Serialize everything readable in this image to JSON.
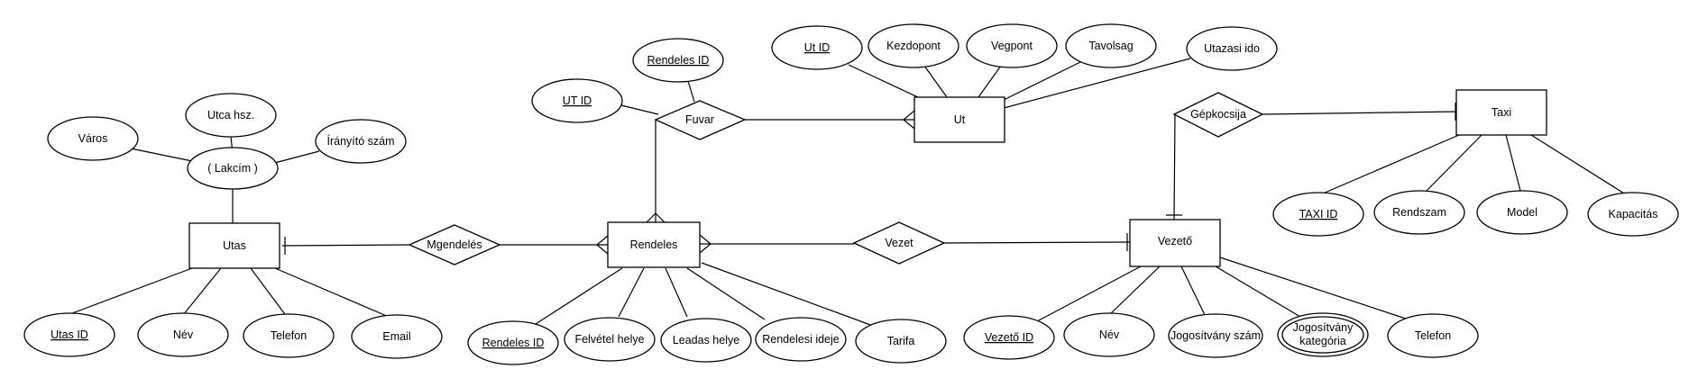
{
  "entities": {
    "utas": "Utas",
    "rendeles": "Rendeles",
    "ut": "Ut",
    "vezeto": "Vezető",
    "taxi": "Taxi"
  },
  "relationships": {
    "megrendeles": "Mgendelés",
    "fuvar": "Fuvar",
    "vezet": "Vezet",
    "gepkocsija": "Gépkocsija"
  },
  "attributes": {
    "lakcim": "( Lakcím )",
    "varos": "Város",
    "utca_hsz": "Utca hsz.",
    "iranyito_szam": "Írányító szám",
    "utas_id": "Utas ID",
    "utas_nev": "Név",
    "utas_telefon": "Telefon",
    "utas_email": "Email",
    "rendeles_id_key": "Rendeles ID",
    "felvetel_helye": "Felvétel helye",
    "leadas_helye": "Leadas helye",
    "rendelesi_ideje": "Rendelesi ideje",
    "tarifa": "Tarifa",
    "fuvar_ut_id": "UT ID",
    "fuvar_rendeles_id": "Rendeles ID",
    "ut_id": "Ut ID",
    "kezdopont": "Kezdopont",
    "vegpont": "Vegpont",
    "tavolsag": "Tavolsag",
    "utazasi_ido": "Utazasi ido",
    "vezeto_id": "Vezető ID",
    "vezeto_nev": "Név",
    "jogositvany_szam": "Jogosítvány szám",
    "jogositvany_kategoria_1": "Jogosítvány",
    "jogositvany_kategoria_2": "kategória",
    "vezeto_telefon": "Telefon",
    "taxi_id": "TAXI ID",
    "rendszam": "Rendszam",
    "model": "Model",
    "kapacitas": "Kapacitás"
  }
}
